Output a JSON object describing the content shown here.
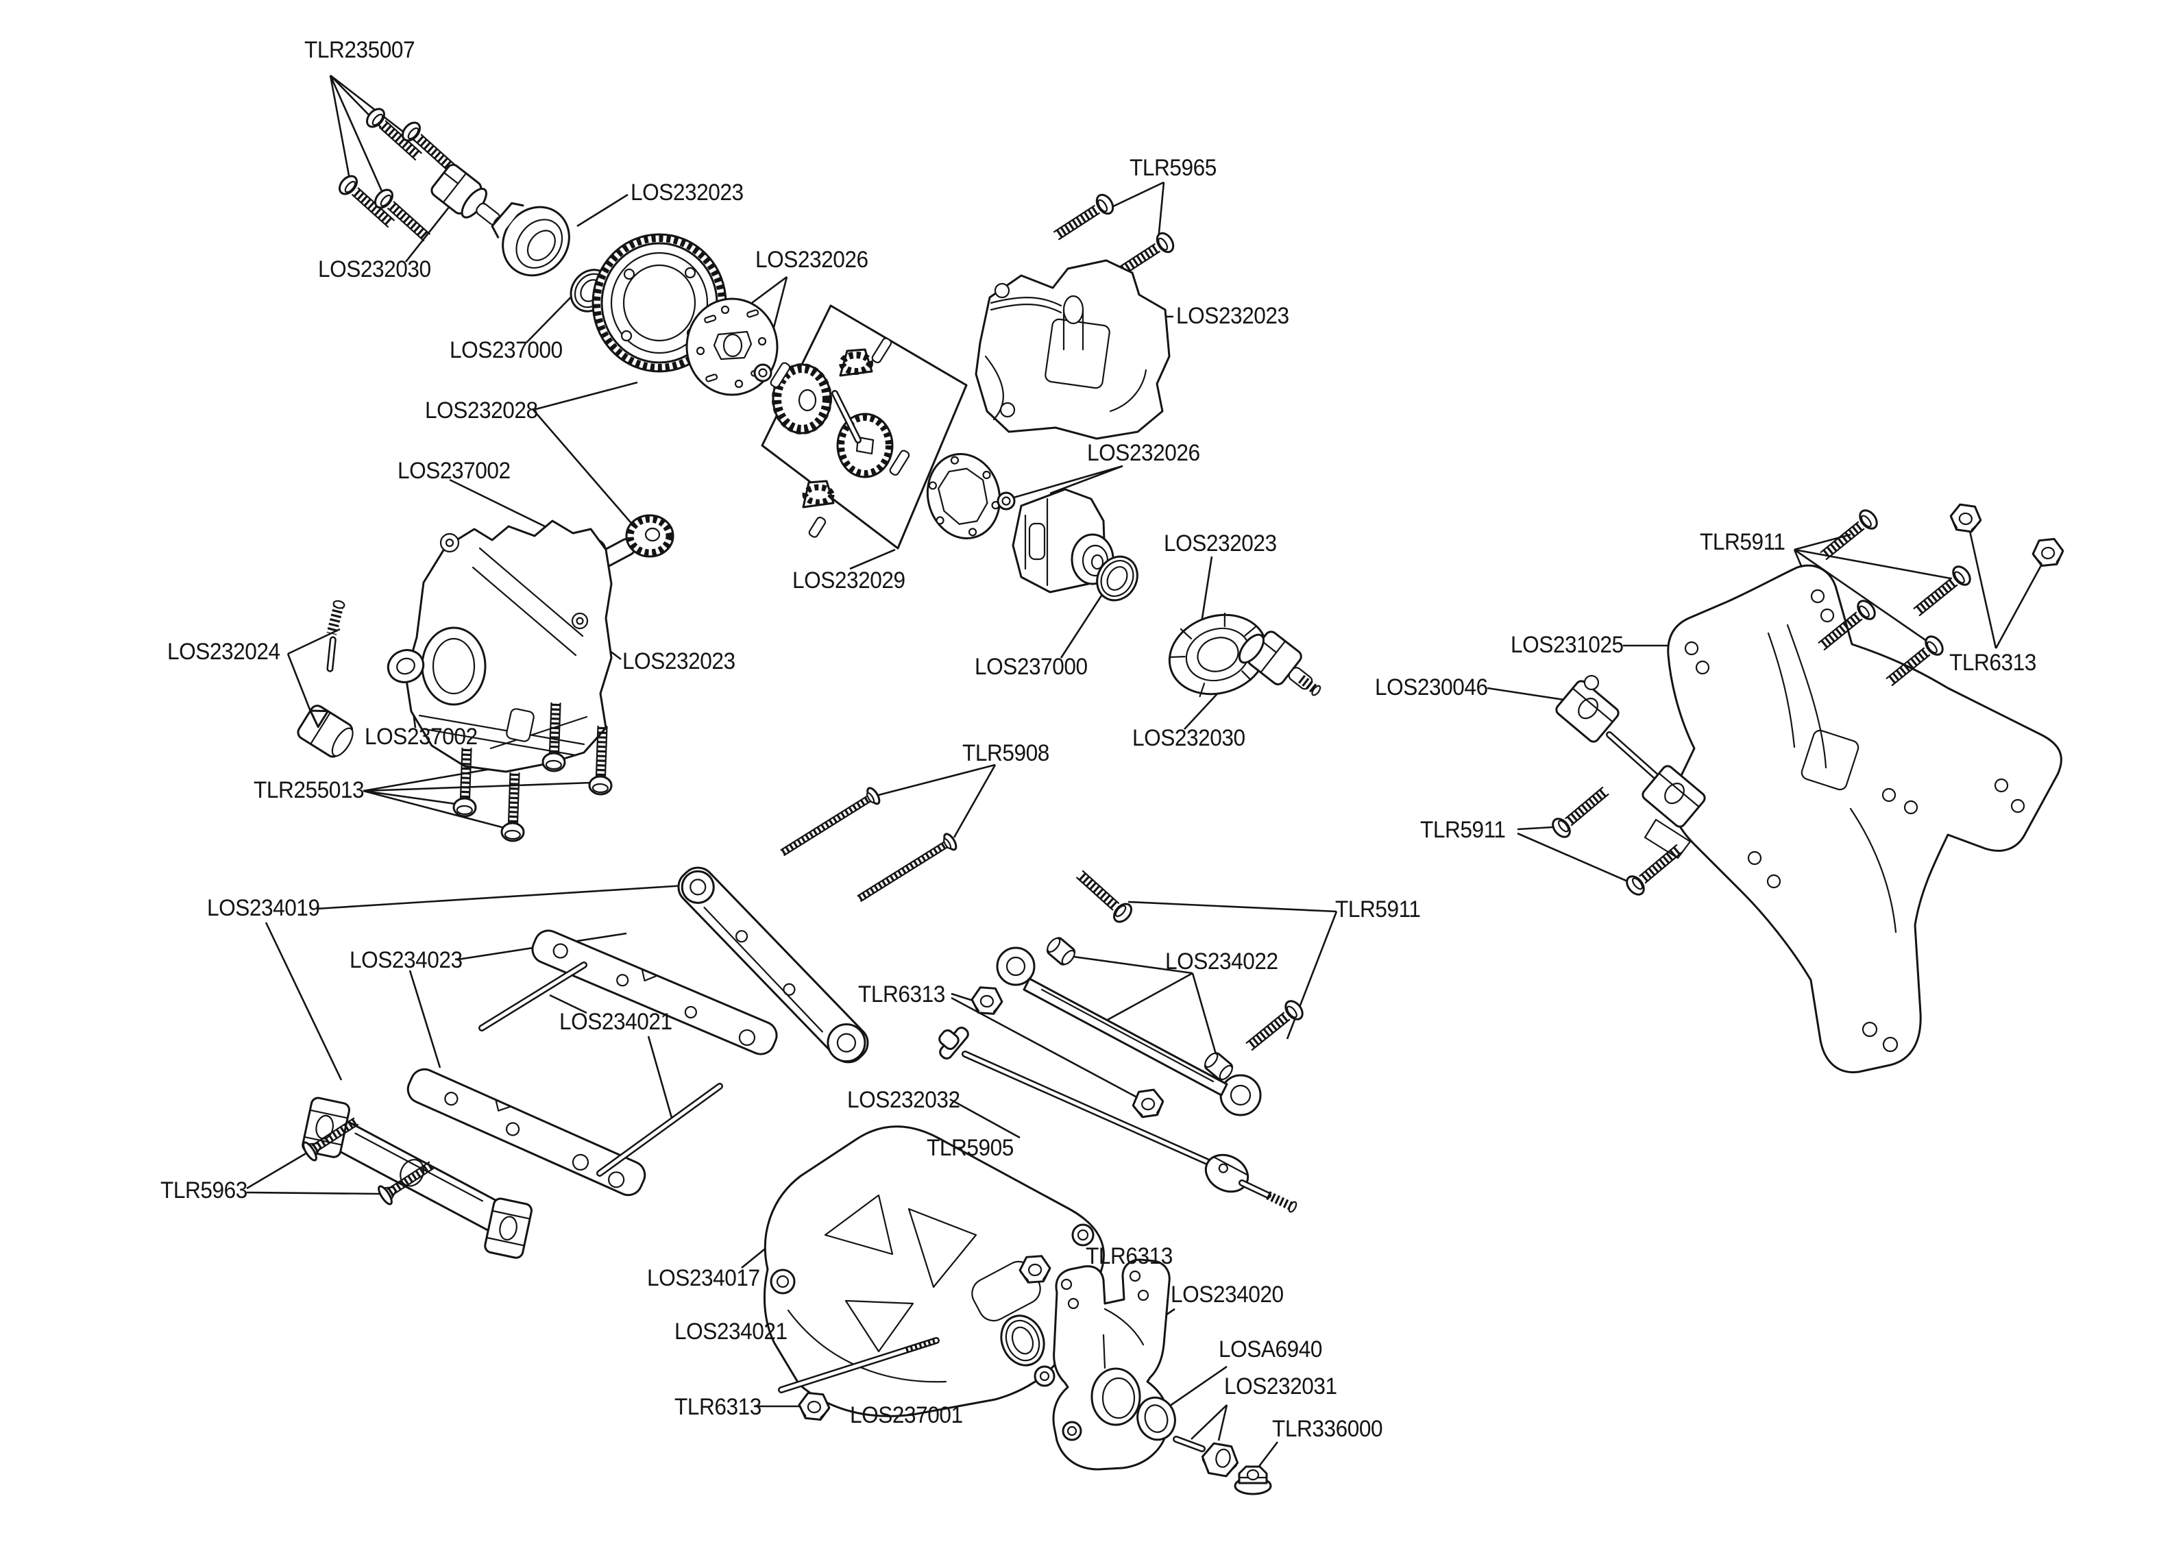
{
  "figure_type": "exploded-parts-diagram",
  "background": "#ffffff",
  "ink_color": "#141414",
  "labels": [
    "TLR235007",
    "LOS232030",
    "LOS232023",
    "LOS237000",
    "LOS232026",
    "LOS232028",
    "LOS237002",
    "LOS232029",
    "TLR5965",
    "LOS232023",
    "LOS232026",
    "LOS232023",
    "LOS237000",
    "LOS232030",
    "LOS232024",
    "LOS232023",
    "LOS237002",
    "TLR255013",
    "TLR5911",
    "LOS231025",
    "LOS230046",
    "TLR6313",
    "TLR5911",
    "TLR5908",
    "LOS234019",
    "LOS234023",
    "LOS234021",
    "TLR5911",
    "LOS234022",
    "TLR6313",
    "LOS232032",
    "TLR5905",
    "TLR5963",
    "LOS234017",
    "LOS234021",
    "TLR6313",
    "LOS237001",
    "TLR6313",
    "LOS234020",
    "LOSA6940",
    "LOS232031",
    "TLR336000"
  ],
  "unique_part_numbers": [
    "TLR235007",
    "LOS232030",
    "LOS232023",
    "LOS237000",
    "LOS232026",
    "LOS232028",
    "LOS237002",
    "LOS232029",
    "TLR5965",
    "LOS232024",
    "TLR255013",
    "TLR5911",
    "LOS231025",
    "LOS230046",
    "TLR6313",
    "TLR5908",
    "LOS234019",
    "LOS234023",
    "LOS234021",
    "LOS234022",
    "LOS232032",
    "TLR5905",
    "TLR5963",
    "LOS234017",
    "LOS237001",
    "LOS234020",
    "LOSA6940",
    "LOS232031",
    "TLR336000"
  ]
}
